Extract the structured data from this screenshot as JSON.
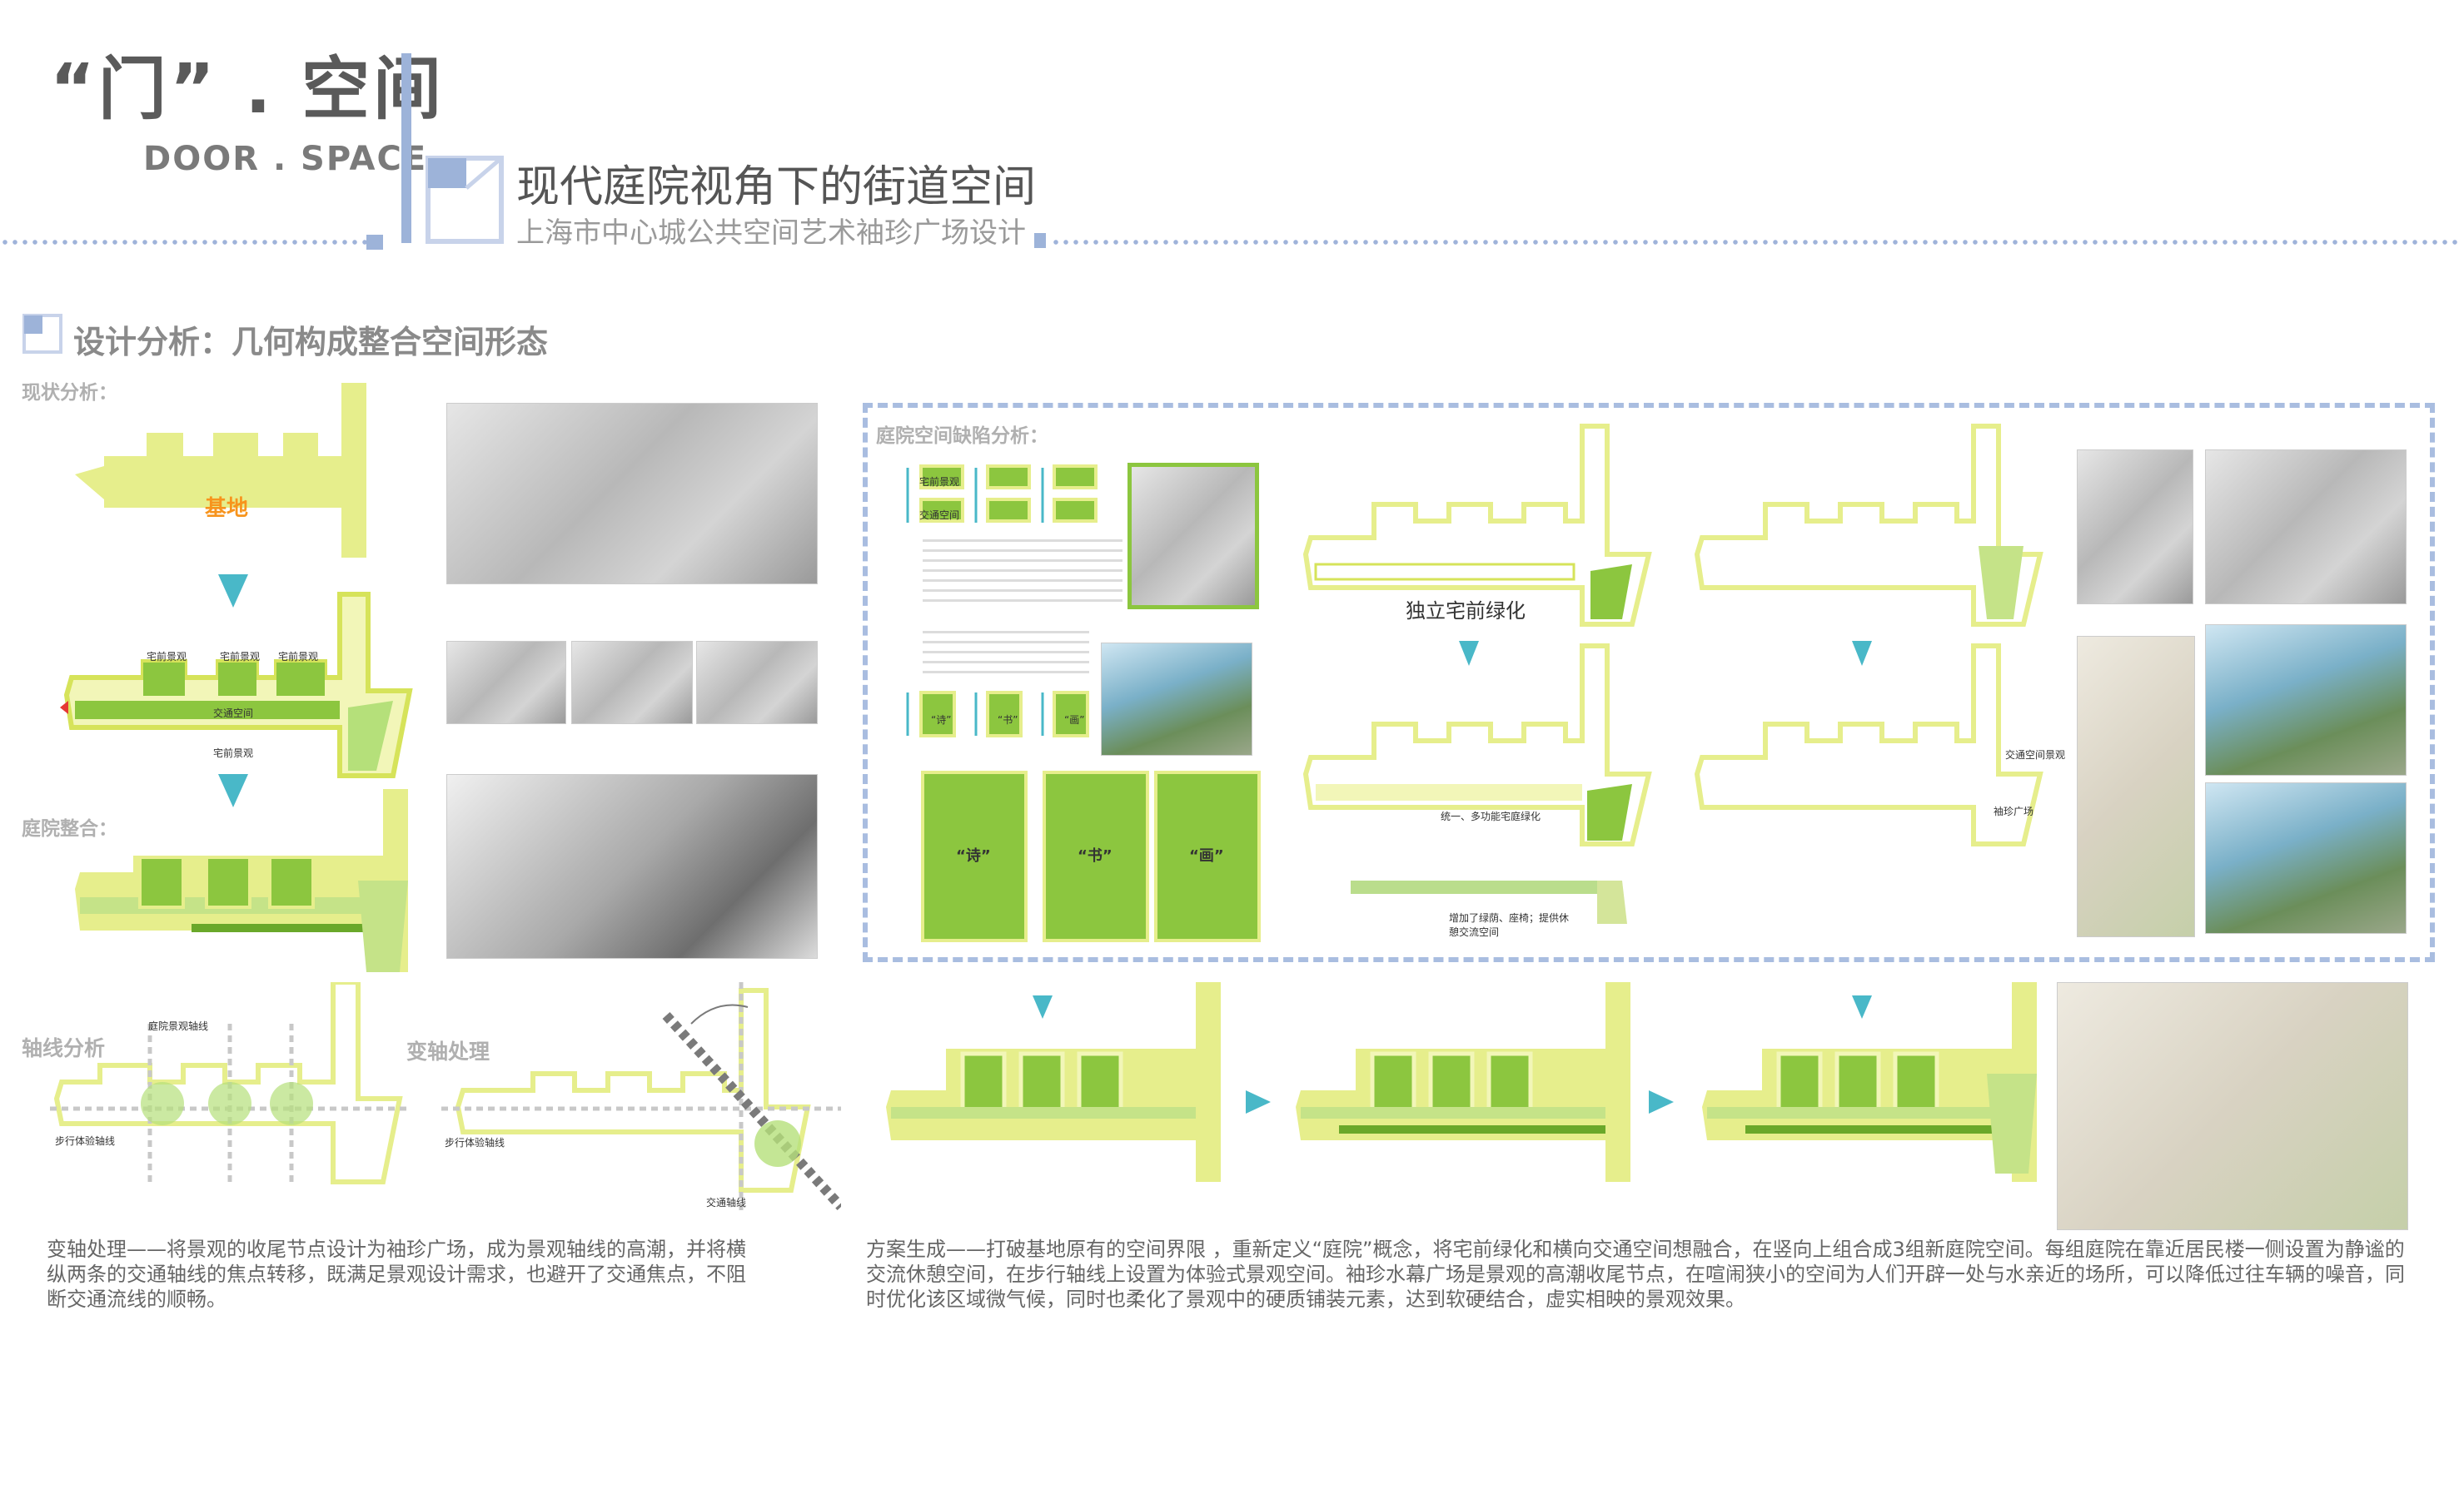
{
  "header": {
    "title_cn": "“门” . 空间",
    "title_en": "DOOR . SPACE",
    "subtitle": "现代庭院视角下的街道空间",
    "subtitle2": "上海市中心城公共空间艺术袖珍广场设计"
  },
  "section": {
    "title": "设计分析：几何构成整合空间形态",
    "label_status": "现状分析：",
    "label_courtyard": "庭院整合：",
    "label_axis": "轴线分析",
    "label_shift": "变轴处理",
    "label_defect": "庭院空间缺陷分析："
  },
  "diagram_labels": {
    "site": "基地",
    "front_green_1": "宅前景观",
    "front_green_2": "宅前景观",
    "front_green_3": "宅前景观",
    "traffic_space": "交通空间",
    "front_green_bottom": "宅前景观",
    "courtyard_axis": "庭院景观轴线",
    "walk_axis_1": "步行体验轴线",
    "walk_axis_2": "步行体验轴线",
    "traffic_axis": "交通轴线",
    "independent_green": "独立宅前绿化",
    "unified_green": "统一、多功能宅庭绿化",
    "traffic_landscape": "交通空间景观",
    "pocket_plaza": "袖珍广场",
    "added_greening": "增加了绿荫、座椅；提供休憩交流空间",
    "poem": "“诗”",
    "book": "“书”",
    "painting": "“画”",
    "mini_front": "宅前景观",
    "mini_traffic": "交通空间"
  },
  "paragraphs": {
    "left": "变轴处理——将景观的收尾节点设计为袖珍广场，成为景观轴线的高潮，并将横纵两条的交通轴线的焦点转移，既满足景观设计需求，也避开了交通焦点，不阻断交通流线的顺畅。",
    "right": "方案生成——打破基地原有的空间界限 ，重新定义“庭院”概念，将宅前绿化和横向交通空间想融合，在竖向上组合成3组新庭院空间。每组庭院在靠近居民楼一侧设置为静谧的交流休憩空间，在步行轴线上设置为体验式景观空间。袖珍水幕广场是景观的高潮收尾节点，在喧闹狭小的空间为人们开辟一处与水亲近的场所，可以降低过往车辆的噪音，同时优化该区域微气候，同时也柔化了景观中的硬质铺装元素，达到软硬结合，虚实相映的景观效果。"
  },
  "colors": {
    "lime": "#e6ee8c",
    "green": "#8cc63f",
    "dark_green": "#6aa82a",
    "arrow": "#49b8c8",
    "accent_blue": "#9db3d9",
    "orange_text": "#f7941d"
  }
}
